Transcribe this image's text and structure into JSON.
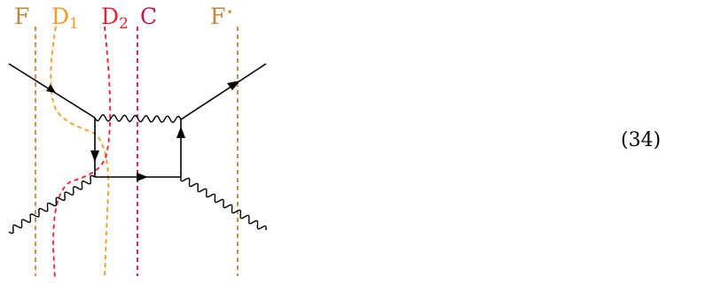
{
  "labels": {
    "F": "F",
    "D1_base": "D",
    "D1_sub": "1",
    "D2_base": "D",
    "D2_sub": "2",
    "C": "C",
    "Fstar_base": "F",
    "Fstar_sup": "⋆"
  },
  "equation_number": "(34)",
  "colors": {
    "F": "#c0853a",
    "D1": "#f39a1e",
    "D2": "#e8202f",
    "C": "#c4174c",
    "line": "#000000"
  }
}
